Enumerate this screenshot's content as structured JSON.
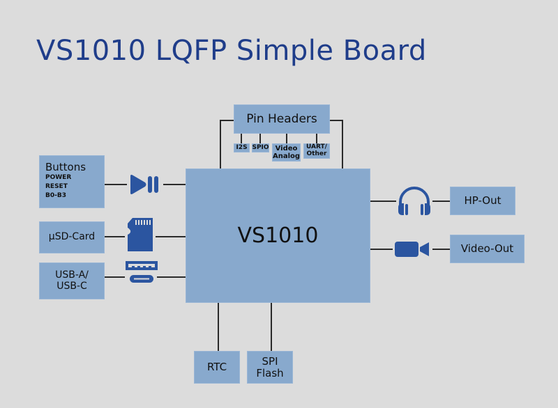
{
  "title": "VS1010 LQFP Simple Board",
  "colors": {
    "title": "#1f3d8a",
    "box": "#88a9cd",
    "icon": "#2b55a0",
    "background": "#dcdcdc"
  },
  "center": {
    "label": "VS1010"
  },
  "pin_headers": {
    "label": "Pin Headers",
    "sub": [
      {
        "label": "I2S"
      },
      {
        "label": "SPIO"
      },
      {
        "label": "Video\nAnalog"
      },
      {
        "label": "UART/\nOther"
      }
    ]
  },
  "left": [
    {
      "label": "Buttons",
      "details": [
        "POWER",
        "RESET",
        "B0-B3"
      ],
      "icon": "play-pause-icon"
    },
    {
      "label": "µSD-Card",
      "icon": "microsd-card-icon"
    },
    {
      "label": "USB-A/\nUSB-C",
      "icon": "usb-icon"
    }
  ],
  "right": [
    {
      "label": "HP-Out",
      "icon": "headphones-icon"
    },
    {
      "label": "Video-Out",
      "icon": "video-camera-icon"
    }
  ],
  "bottom": [
    {
      "label": "RTC"
    },
    {
      "label": "SPI\nFlash"
    }
  ]
}
